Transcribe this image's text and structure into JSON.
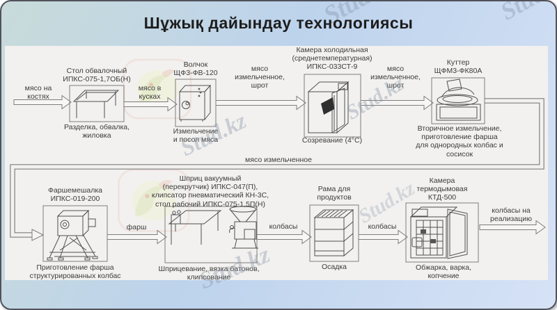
{
  "title": "Шұжық дайындау технологиясы",
  "watermark_text": "Stud.kz",
  "colors": {
    "window_band_blue": "#bfd5ec",
    "window_band_teal": "#c8dbda",
    "window_band_bottom": "#d6e2f6",
    "panel_background": "#f2f1ef",
    "outline": "#7d7d7d",
    "label_text": "#3b3b3b",
    "title_text": "#1d1d1d",
    "watermark": "#8794a6"
  },
  "top_row": [
    {
      "name": "Стол обвалочный\nИПКС-075-1,7ОБ(Н)",
      "process": "Разделка, обвалка,\nжиловка"
    },
    {
      "name": "Волчок\nЩФ3-ФВ-120",
      "process": "Измельчение\nи посол мяса"
    },
    {
      "name": "Камера холодильная\n(среднетемпературная)\nИПКС-033СТ-9",
      "process": "Созревание (4°С)"
    },
    {
      "name": "Куттер\nЩФМ3-ФК80А",
      "process": "Вторичное измельчение,\nприготовление фарша\nдля однородных колбас и сосисок"
    }
  ],
  "bottom_row": [
    {
      "name": "Фаршемешалка\nИПКС-019-200",
      "process": "Приготовление фарша\nструктурированных колбас"
    },
    {
      "name": "Шприц вакуумный\n(перекрутчик) ИПКС-047(П),\nклипсатор пневматический КН-3С,\nстол рабочий ИПКС-075-1,5П(Н)",
      "process": "Шприцевание, вязка батонов,\nклипсование"
    },
    {
      "name": "Рама для\nпродуктов",
      "process": "Осадка"
    },
    {
      "name": "Камера\nтермодымовая\nКТД-500",
      "process": "Обжарка, варка,\nкопчение"
    }
  ],
  "flows": {
    "input": "мясо на\nкостях",
    "to_grinder": "мясо в\nкусках",
    "to_chamber": "мясо\nизмельченное,\nшрот",
    "to_cutter": "мясо\nизмельченное,\nшрот",
    "loop": "мясо измельченное",
    "to_stuffer": "фарш",
    "to_rack": "колбасы",
    "to_smoke": "колбасы",
    "output": "колбасы на\nреализацию"
  }
}
